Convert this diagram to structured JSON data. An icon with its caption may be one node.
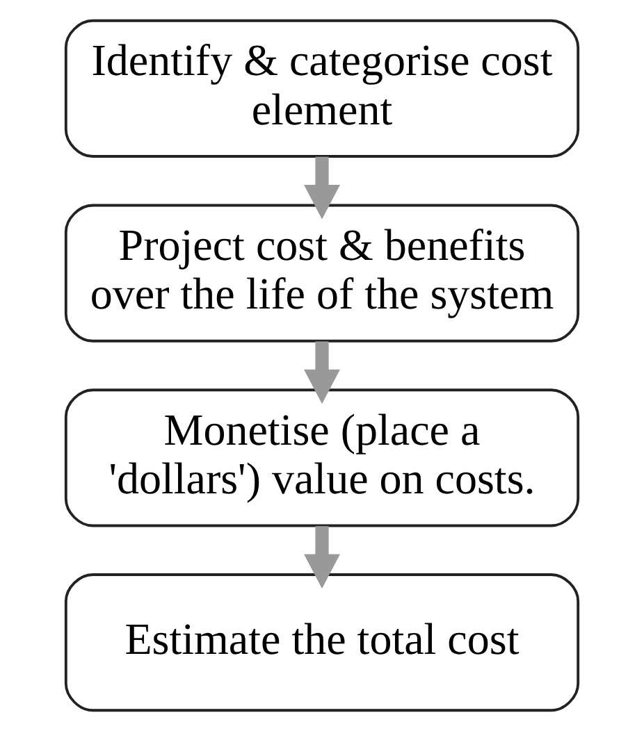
{
  "diagram": {
    "nodes": [
      {
        "text": [
          "Identify & categorise cost element"
        ]
      },
      {
        "text": [
          "Project cost & benefits over the life of the system"
        ]
      },
      {
        "text": [
          "Monetise (place a 'dollars') value on costs."
        ]
      },
      {
        "text": [
          "Estimate the total cost"
        ]
      }
    ],
    "edges": [
      {
        "from": 0,
        "to": 1,
        "arrow": "to"
      },
      {
        "from": 1,
        "to": 2,
        "arrow": "to"
      },
      {
        "from": 2,
        "to": 3,
        "arrow": "to"
      }
    ]
  }
}
